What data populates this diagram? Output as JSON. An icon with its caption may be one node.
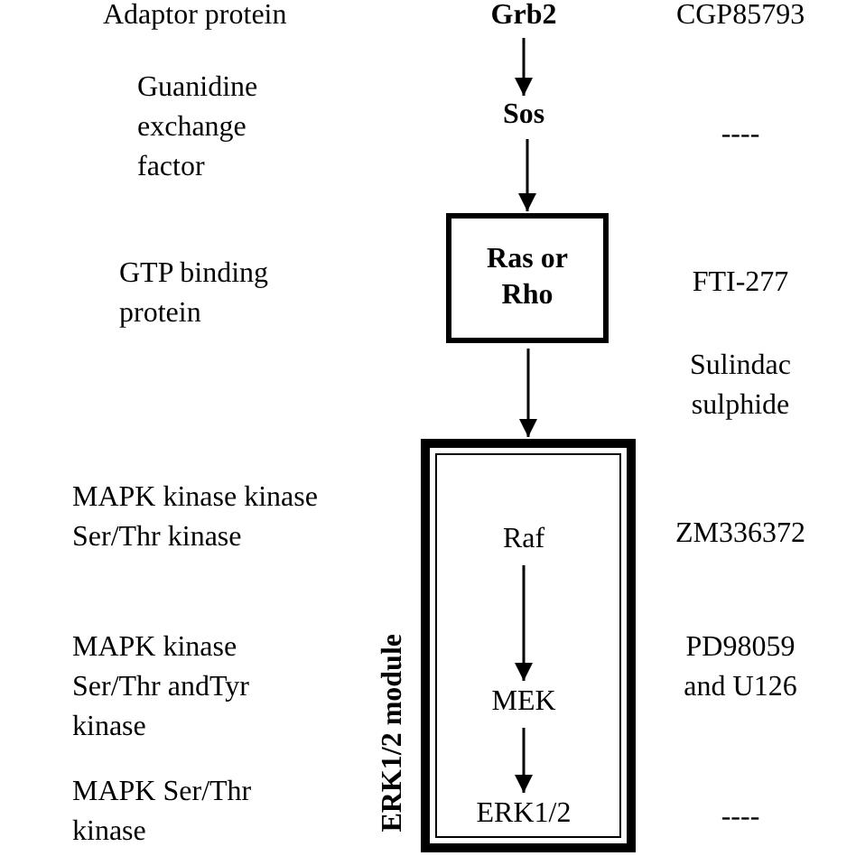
{
  "diagram": {
    "nodes": [
      {
        "text": [
          "Grb2"
        ]
      },
      {
        "text": [
          "Sos"
        ]
      },
      {
        "text": [
          "Ras or Rho"
        ]
      },
      {
        "text": [
          "ERK1/2 module"
        ]
      },
      {
        "text": [
          "Raf"
        ],
        "in": 3
      },
      {
        "text": [
          "MEK"
        ],
        "in": 3
      },
      {
        "text": [
          "ERK1/2"
        ],
        "in": 3
      }
    ],
    "edges": [
      {
        "from": 0,
        "to": 1,
        "arrow": "to"
      },
      {
        "from": 1,
        "to": 2,
        "arrow": "to"
      },
      {
        "from": 2,
        "to": 3,
        "arrow": "to"
      },
      {
        "from": 4,
        "to": 5,
        "arrow": "to"
      },
      {
        "from": 5,
        "to": 6,
        "arrow": "to"
      }
    ],
    "labels": [
      "Adaptor protein",
      "CGP85793",
      "Guanidine exchange factor",
      "----",
      "GTP binding protein",
      "FTI-277",
      "Sulindac sulphide",
      "MAPK kinase kinase Ser/Thr kinase",
      "ZM336372",
      "MAPK kinase Ser/Thr andTyr kinase",
      "PD98059 and U126",
      "MAPK Ser/Thr kinase",
      "----"
    ]
  }
}
